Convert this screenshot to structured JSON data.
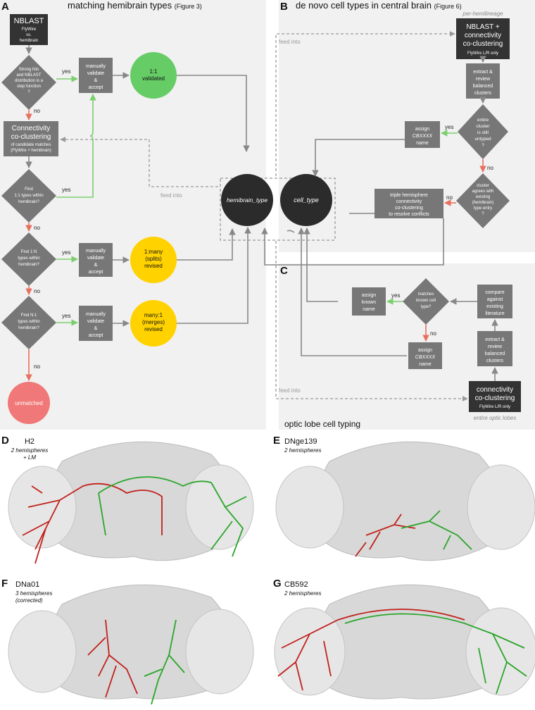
{
  "panel_a": {
    "letter": "A",
    "title": "matching hemibrain types",
    "title_ref": "(Figure 3)",
    "nblast_box": {
      "line1": "NBLAST",
      "line2": "FlyWire",
      "line3": "vs.",
      "line4": "hemibrain"
    },
    "diamond_step": [
      "Strong hits",
      "and NBLAST",
      "distribution is a",
      "step function",
      "?"
    ],
    "conn_box": {
      "title1": "Connectivity",
      "title2": "co-clustering",
      "sub1": "of candidate matches",
      "sub2": "(FlyWire + hemibrain)"
    },
    "diamond_11": [
      "Find",
      "1:1 types within",
      "hemibrain?"
    ],
    "diamond_1n": [
      "Find 1:N",
      "types within",
      "hemibrain?"
    ],
    "diamond_n1": [
      "Find N:1",
      "types within",
      "hemibrain?"
    ],
    "validate_box": [
      "manually",
      "validate",
      "&",
      "accept"
    ],
    "result_11": [
      "1:1",
      "validated"
    ],
    "result_1n": [
      "1:many",
      "(splits)",
      "revised"
    ],
    "result_n1": [
      "many:1",
      "(merges)",
      "revised"
    ],
    "unmatched": "unmatched",
    "yes": "yes",
    "no": "no",
    "feed_into": "feed into"
  },
  "center": {
    "hemibrain_type": "hemibrain_type",
    "cell_type": "cell_type"
  },
  "panel_b": {
    "letter": "B",
    "title": "de novo cell types in central brain",
    "title_ref": "(Figure 6)",
    "per_hemilineage": "per-hemilineage",
    "nblast_box": [
      "NBLAST +",
      "connectivity",
      "co-clustering"
    ],
    "nblast_box_sub": "FlyWire L/R only",
    "extract_box": [
      "extract &",
      "review",
      "balanced",
      "clusters"
    ],
    "diamond_untyped": [
      "entire",
      "cluster",
      "is still",
      "untyped",
      "?"
    ],
    "assign_box": [
      "assign",
      "CBXXXX",
      "name"
    ],
    "diamond_agree": [
      "cluster",
      "agrees with",
      "existing",
      "(hemibrain)",
      "type entry",
      "?"
    ],
    "triple_box": [
      "triple hemisphere",
      "connectivity",
      "co-clustering",
      "to resolve conflicts"
    ],
    "feed_into": "feed into"
  },
  "panel_c": {
    "letter": "C",
    "title": "optic lobe cell typing",
    "entire_optic": "entire optic lobes",
    "conn_box": [
      "connectivity",
      "co-clustering"
    ],
    "conn_box_sub": "FlyWire L/R only",
    "extract_box": [
      "extract &",
      "review",
      "balanced",
      "clusters"
    ],
    "compare_box": [
      "compare",
      "against",
      "existing",
      "literature"
    ],
    "diamond_known": [
      "matches",
      "known cell",
      "type?"
    ],
    "assign_known": [
      "assign",
      "known",
      "name"
    ],
    "assign_cbx": [
      "assign",
      "CBXXXX",
      "name"
    ],
    "feed_into": "feed into"
  },
  "brain_panels": [
    {
      "letter": "D",
      "name": "H2",
      "desc1": "2 hemispheres",
      "desc2": "+ LM"
    },
    {
      "letter": "E",
      "name": "DNge139",
      "desc1": "2 hemispheres",
      "desc2": ""
    },
    {
      "letter": "F",
      "name": "DNa01",
      "desc1": "3 hemispheres",
      "desc2": "(corrected)"
    },
    {
      "letter": "G",
      "name": "CB592",
      "desc1": "2 hemispheres",
      "desc2": ""
    }
  ],
  "colors": {
    "panel_bg": "#f1f1f1",
    "box": "#777777",
    "box_dark": "#333333",
    "circle_dark": "#2b2b2b",
    "green": "#66cc66",
    "yellow": "#ffd200",
    "salmon": "#f07878",
    "yes_arrow": "#7ccf6e",
    "no_arrow": "#e8705f",
    "neuron_red": "#c0211c",
    "neuron_green": "#2aa52a"
  }
}
